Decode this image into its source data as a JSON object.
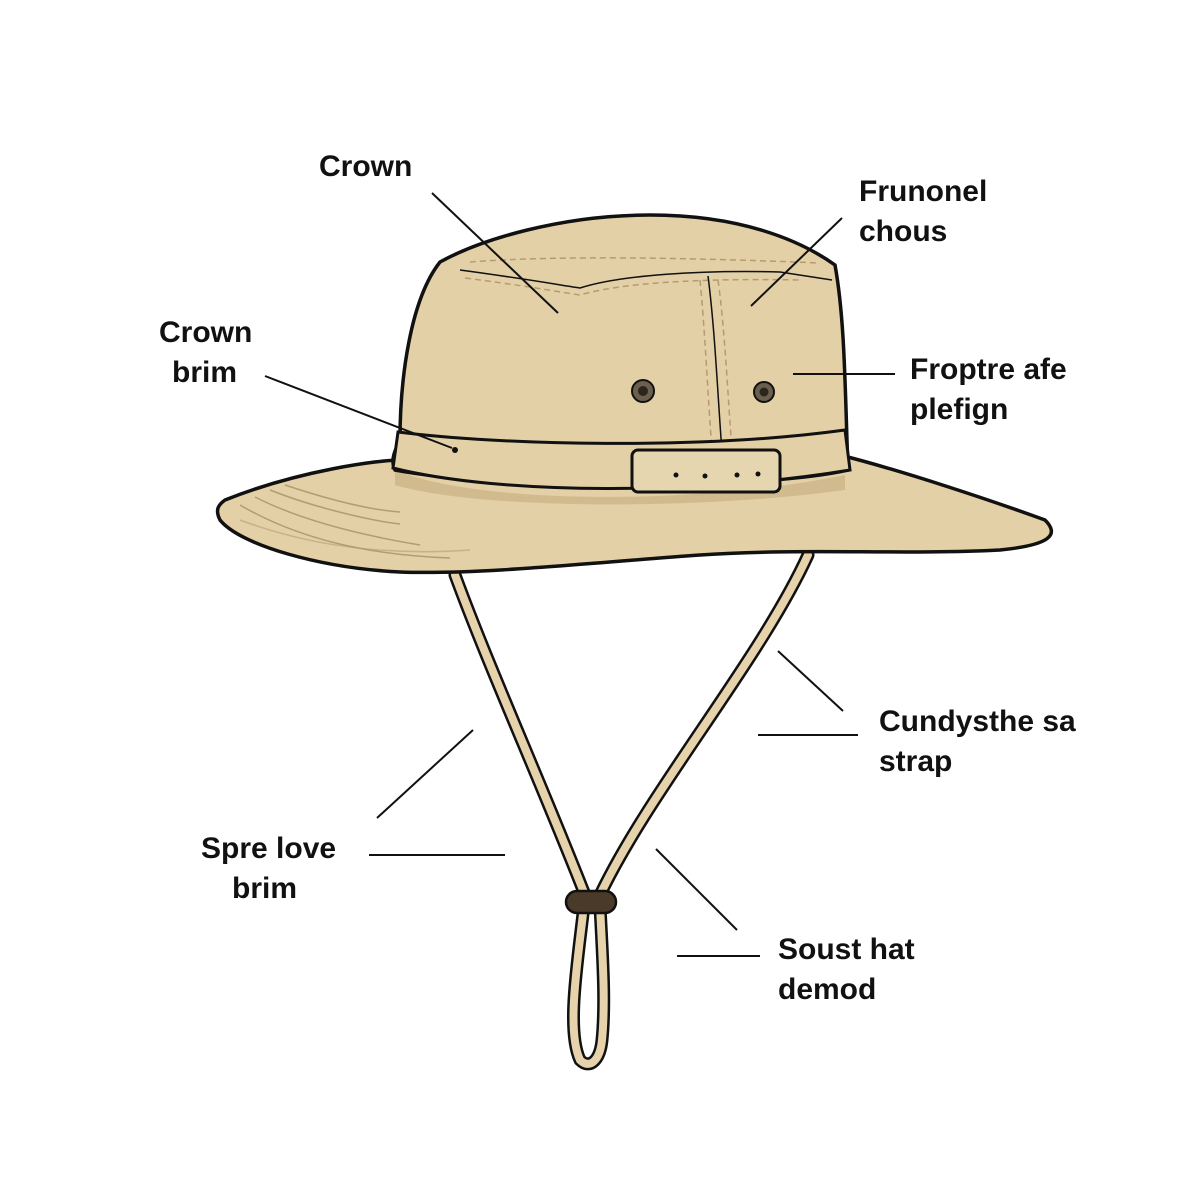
{
  "diagram": {
    "subject": "Wide-brim bucket hat with chin strap",
    "colors": {
      "background": "#ffffff",
      "hat_fabric": "#e3d0a6",
      "hat_shadow": "#c9b184",
      "outline": "#111111",
      "stitch": "#b49c72",
      "strap": "#e6d3ac",
      "toggle": "#4a3a29",
      "eyelet": "#3a332b",
      "leader_line": "#111111"
    },
    "labels": [
      {
        "id": "crown",
        "lines": [
          "Crown"
        ]
      },
      {
        "id": "frunonel-chous",
        "lines": [
          "Frunonel",
          "chous"
        ]
      },
      {
        "id": "crown-brim",
        "lines": [
          "Crown",
          "brim"
        ]
      },
      {
        "id": "froptre-afe-plefign",
        "lines": [
          "Froptre afe",
          "plefign"
        ]
      },
      {
        "id": "cundysthesa-strap",
        "lines": [
          "Cundysthe sa",
          "strap"
        ]
      },
      {
        "id": "sprelove-brim",
        "lines": [
          "Spre love",
          "brim"
        ]
      },
      {
        "id": "soust-hat-demod",
        "lines": [
          "Soust hat",
          "demod"
        ]
      }
    ],
    "features": {
      "eyelets": 2,
      "band_holes": 4,
      "strap_toggle": 1
    }
  }
}
